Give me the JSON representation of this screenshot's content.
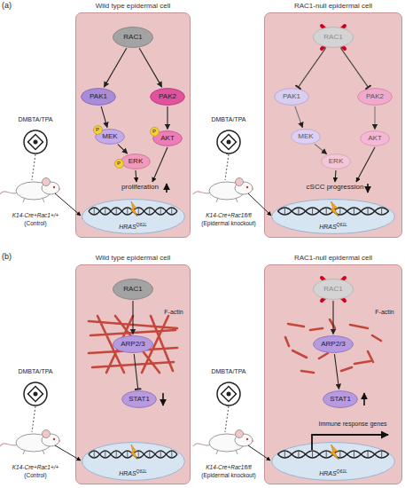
{
  "diagram": {
    "nodes": [
      {
        "text": [
          "Wild type epidermal cell"
        ]
      },
      {
        "text": [
          "RAC1"
        ],
        "in": 0
      },
      {
        "text": [
          "PAK1"
        ],
        "in": 0
      },
      {
        "text": [
          "PAK2"
        ],
        "in": 0
      },
      {
        "text": [
          "P"
        ],
        "in": 0
      },
      {
        "text": [
          "MEK"
        ],
        "in": 0
      },
      {
        "text": [
          "P"
        ],
        "in": 0
      },
      {
        "text": [
          "AKT"
        ],
        "in": 0
      },
      {
        "text": [
          "P"
        ],
        "in": 0
      },
      {
        "text": [
          "ERK"
        ],
        "in": 0
      },
      {
        "text": [
          "HRAS",
          "Q61L"
        ],
        "in": 0
      },
      {
        "text": [
          "RAC1-null epidermal cell"
        ]
      },
      {
        "text": [
          "RAC1"
        ],
        "in": 11
      },
      {
        "text": [
          "PAK1"
        ],
        "in": 11
      },
      {
        "text": [
          "PAK2"
        ],
        "in": 11
      },
      {
        "text": [
          "MEK"
        ],
        "in": 11
      },
      {
        "text": [
          "AKT"
        ],
        "in": 11
      },
      {
        "text": [
          "ERK"
        ],
        "in": 11
      },
      {
        "text": [
          "HRAS",
          "Q61L"
        ],
        "in": 11
      },
      {
        "text": [
          "Wild type epidermal cell"
        ]
      },
      {
        "text": [
          "RAC1"
        ],
        "in": 19
      },
      {
        "text": [
          "ARP2/3"
        ],
        "in": 19
      },
      {
        "text": [
          "STAT1"
        ],
        "in": 19
      },
      {
        "text": [
          "HRAS",
          "Q61L"
        ],
        "in": 19
      },
      {
        "text": [
          "RAC1-null epidermal cell"
        ]
      },
      {
        "text": [
          "RAC1"
        ],
        "in": 24
      },
      {
        "text": [
          "ARP2/3"
        ],
        "in": 24
      },
      {
        "text": [
          "STAT1"
        ],
        "in": 24
      },
      {
        "text": [
          "HRAS",
          "Q61L"
        ],
        "in": 24
      }
    ],
    "edges": [
      {
        "from": 1,
        "to": 2,
        "arrow": "to"
      },
      {
        "from": 1,
        "to": 3,
        "arrow": "to"
      },
      {
        "from": 2,
        "to": 5,
        "arrow": "to"
      },
      {
        "from": 3,
        "to": 7,
        "arrow": "to"
      },
      {
        "from": 5,
        "to": 9,
        "arrow": "to"
      },
      {
        "from": 12,
        "to": 13,
        "arrow": "to"
      },
      {
        "from": 12,
        "to": 14,
        "arrow": "to"
      },
      {
        "from": 13,
        "to": 15,
        "arrow": "to"
      },
      {
        "from": 14,
        "to": 16,
        "arrow": "to"
      },
      {
        "from": 15,
        "to": 17,
        "arrow": "to"
      },
      {
        "from": 20,
        "to": 21,
        "arrow": "to"
      },
      {
        "from": 21,
        "to": 22,
        "arrow": "to"
      },
      {
        "from": 25,
        "to": 26,
        "arrow": "to"
      },
      {
        "from": 26,
        "to": 27,
        "arrow": "to"
      }
    ],
    "labels": [
      "(a)",
      "DMBTA/TPA",
      "K14-Cre+Rac1+/+",
      "(Control)",
      "DMBTA/TPA",
      "K14-Cre+Rac1fl/fl",
      "(Epidermal knockout)",
      "proliferation",
      "cSCC progression",
      "(b)",
      "DMBTA/TPA",
      "K14-Cre+Rac1+/+",
      "(Control)",
      "DMBTA/TPA",
      "K14-Cre+Rac1fl/fl",
      "(Epidermal knockout)",
      "F-actin",
      "F-actin",
      "Immune response genes"
    ]
  }
}
